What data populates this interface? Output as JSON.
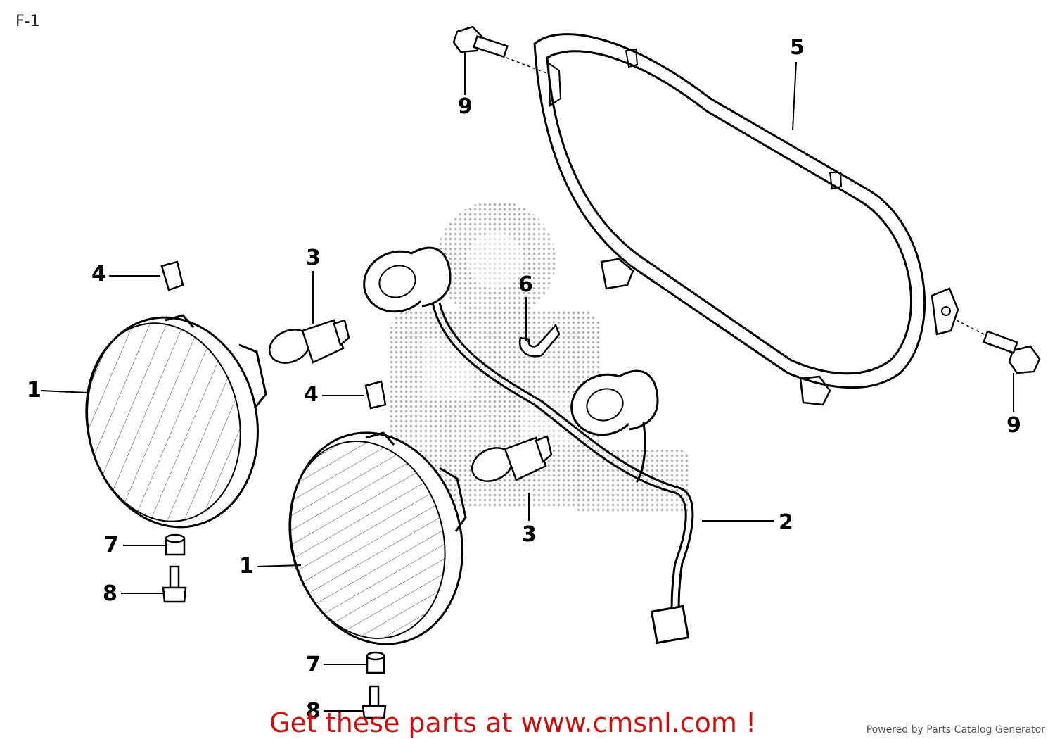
{
  "page": {
    "code": "F-1"
  },
  "callouts": {
    "c1a": "1",
    "c1b": "1",
    "c2": "2",
    "c3a": "3",
    "c3b": "3",
    "c4a": "4",
    "c4b": "4",
    "c5": "5",
    "c6": "6",
    "c7a": "7",
    "c7b": "7",
    "c8a": "8",
    "c8b": "8",
    "c9a": "9",
    "c9b": "9"
  },
  "parts": [
    {
      "ref": "1",
      "icon": "headlight-unit-icon"
    },
    {
      "ref": "2",
      "icon": "socket-harness-icon"
    },
    {
      "ref": "3",
      "icon": "bulb-icon"
    },
    {
      "ref": "4",
      "icon": "rubber-cap-icon"
    },
    {
      "ref": "5",
      "icon": "mounting-frame-icon"
    },
    {
      "ref": "6",
      "icon": "wire-clamp-icon"
    },
    {
      "ref": "7",
      "icon": "collar-icon"
    },
    {
      "ref": "8",
      "icon": "screw-icon"
    },
    {
      "ref": "9",
      "icon": "bolt-icon"
    }
  ],
  "watermark": {
    "color": "#9a9a9a"
  },
  "footer": {
    "promo": "Get these parts at www.cmsnl.com !",
    "promo_color": "#c81010",
    "powered_by": "Powered by Parts Catalog Generator"
  }
}
